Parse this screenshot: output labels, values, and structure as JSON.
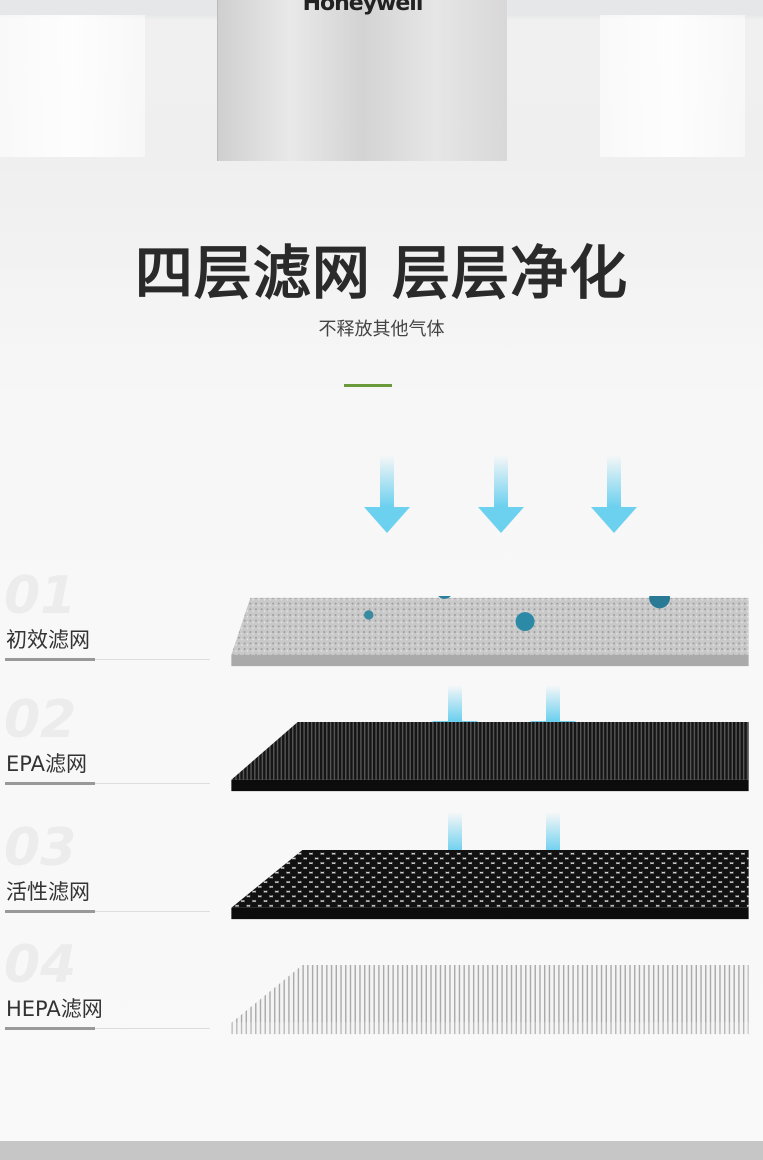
{
  "product": {
    "brand": "Honeywell"
  },
  "header": {
    "title": "四层滤网 层层净化",
    "subtitle": "不释放其他气体"
  },
  "colors": {
    "accent": "#6a9a3a",
    "arrow": "#6cd0ef"
  },
  "layers": [
    {
      "number": "01",
      "label": "初效滤网"
    },
    {
      "number": "02",
      "label": "EPA滤网"
    },
    {
      "number": "03",
      "label": "活性滤网"
    },
    {
      "number": "04",
      "label": "HEPA滤网"
    }
  ]
}
